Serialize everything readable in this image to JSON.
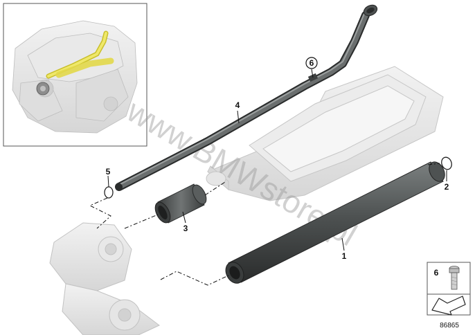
{
  "watermark": "www.BMWstore.pl",
  "diagram_number": "86865",
  "callouts": {
    "part_1": "1",
    "part_2": "2",
    "part_3": "3",
    "part_4": "4",
    "part_5": "5",
    "part_6": "6"
  },
  "legend": {
    "bolt_label": "6"
  },
  "colors": {
    "hose": "#5a5e5e",
    "hose_dark": "#2f3232",
    "ghost": "#e2e2e2",
    "ghost_line": "#c8c8c8",
    "highlight": "#e8e05a"
  }
}
